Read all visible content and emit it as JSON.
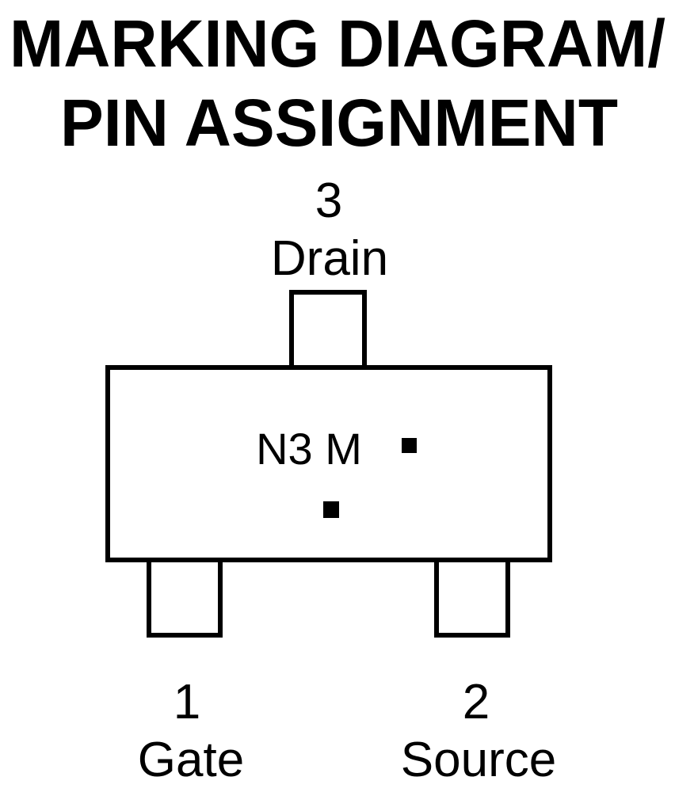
{
  "title": {
    "line1": "MARKING DIAGRAM/",
    "line2": "PIN ASSIGNMENT"
  },
  "pins": [
    {
      "number": "1",
      "name": "Gate"
    },
    {
      "number": "2",
      "name": "Source"
    },
    {
      "number": "3",
      "name": "Drain"
    }
  ],
  "package": {
    "marking": "N3 M"
  }
}
